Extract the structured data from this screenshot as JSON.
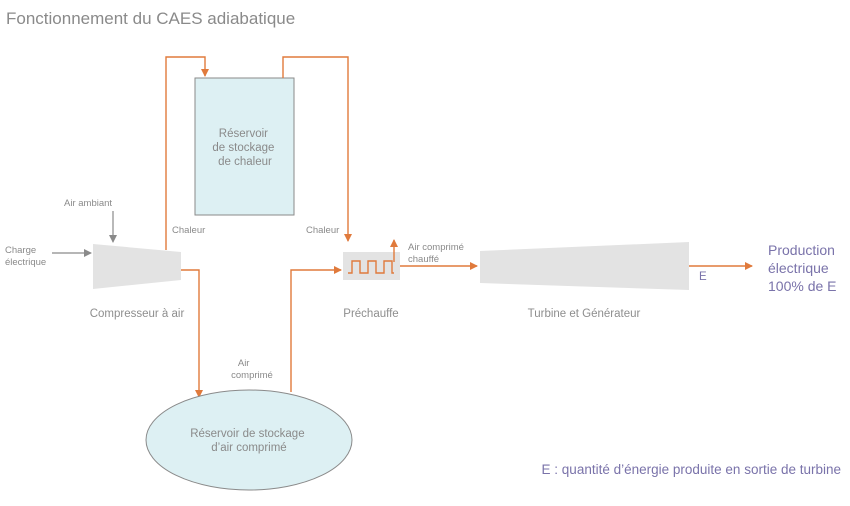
{
  "title": "Fonctionnement du CAES adiabatique",
  "labels": {
    "heat_storage": [
      "Réservoir",
      "de stockage",
      "de chaleur"
    ],
    "ambient_air": "Air ambiant",
    "electric_charge": [
      "Charge",
      "électrique"
    ],
    "heat_left": "Chaleur",
    "heat_right": "Chaleur",
    "compressor": "Compresseur à air",
    "preheat": "Préchauffe",
    "heated_air": [
      "Air comprimé",
      "chauffé"
    ],
    "turbine": "Turbine et Générateur",
    "e_marker": "E",
    "production": [
      "Production",
      "électrique",
      "100% de E"
    ],
    "compressed_air": [
      "Air",
      "comprimé"
    ],
    "air_storage": [
      "Réservoir de stockage",
      "d’air comprimé"
    ],
    "footnote": "E : quantité d’énergie produite en sortie de turbine"
  },
  "colors": {
    "flow": "#e07a3c",
    "storage_fill": "#ddf0f3",
    "machine_fill": "#e3e3e3",
    "accent_text": "#7a73aa",
    "text": "#8a8a8a"
  }
}
